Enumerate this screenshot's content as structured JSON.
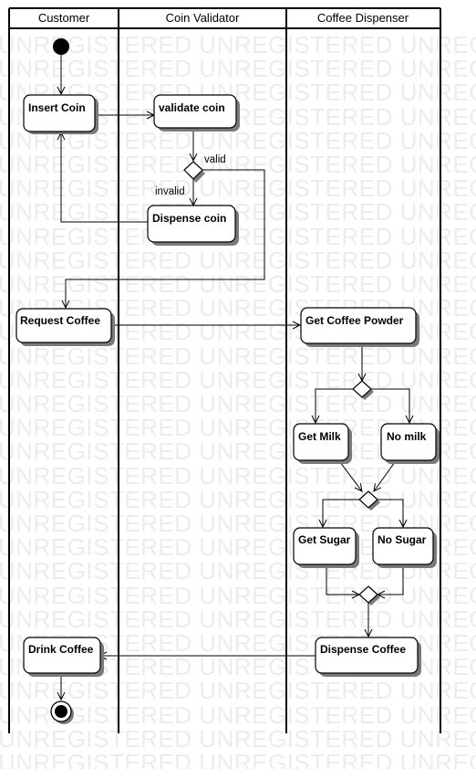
{
  "watermark_text": "UNREGISTERED UNREGISTERED UNREGISTERED",
  "lanes": [
    {
      "title": "Customer"
    },
    {
      "title": "Coin Validator"
    },
    {
      "title": "Coffee Dispenser"
    }
  ],
  "activities": {
    "insert_coin": "Insert Coin",
    "validate_coin": "validate coin",
    "dispense_coin": "Dispense coin",
    "request_coffee": "Request Coffee",
    "get_coffee_powder": "Get Coffee Powder",
    "get_milk": "Get Milk",
    "no_milk": "No milk",
    "get_sugar": "Get Sugar",
    "no_sugar": "No Sugar",
    "dispense_coffee": "Dispense Coffee",
    "drink_coffee": "Drink Coffee"
  },
  "guards": {
    "valid": "valid",
    "invalid": "invalid"
  },
  "colors": {
    "line": "#000000",
    "background": "#ffffff",
    "watermark": "#ececec"
  }
}
